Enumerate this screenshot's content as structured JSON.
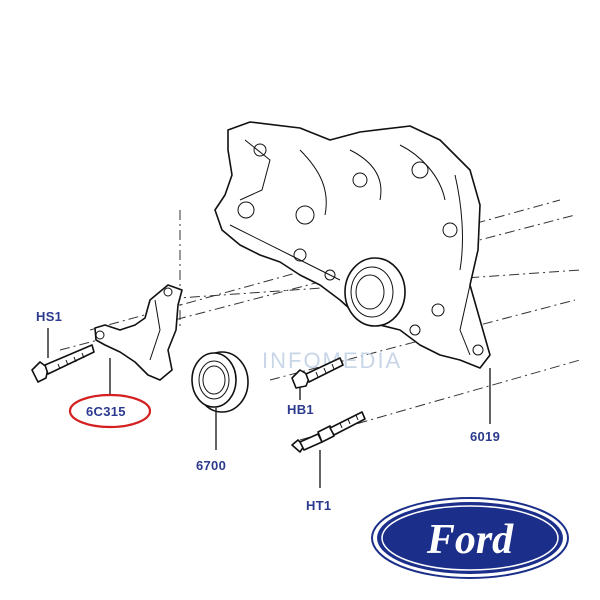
{
  "labels": {
    "hs1": "HS1",
    "c6c315": "6C315",
    "c6700": "6700",
    "hb1": "HB1",
    "ht1": "HT1",
    "c6019": "6019"
  },
  "watermark": "INFOMEDIA",
  "logo": {
    "text": "Ford"
  },
  "colors": {
    "label": "#2b3a8f",
    "highlight_ring": "#d42020",
    "logo_blue": "#1b2f8a"
  },
  "icons": [
    "bolt-icon",
    "stud-icon",
    "seal-icon",
    "bracket-icon",
    "timing-cover-icon",
    "ford-logo-icon"
  ]
}
